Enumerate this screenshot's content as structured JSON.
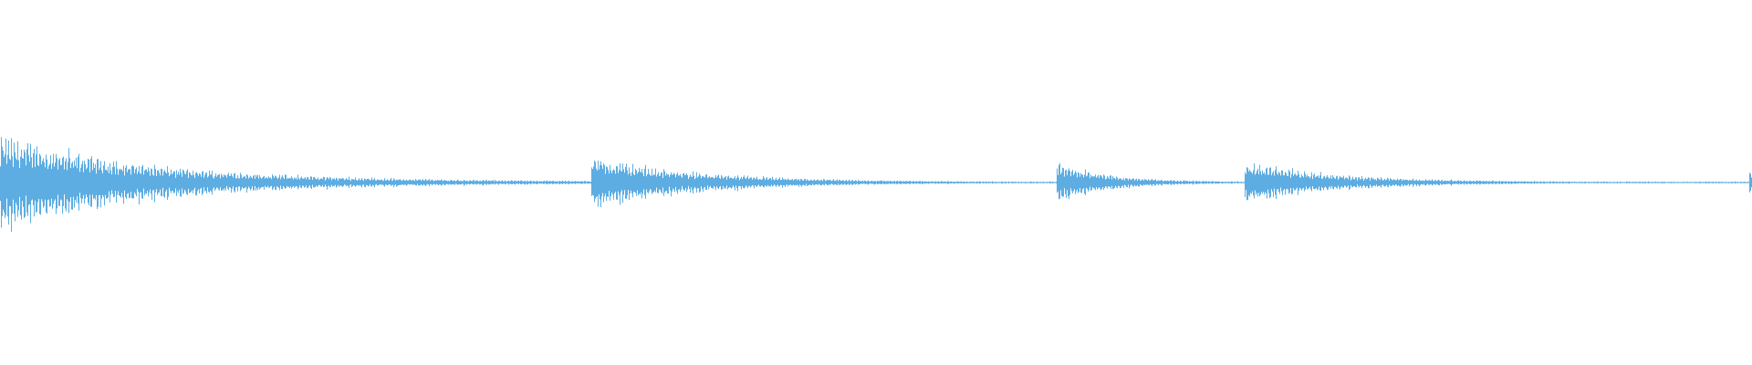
{
  "chart_data": {
    "type": "waveform",
    "color": "#5dade2",
    "background": "#ffffff",
    "amplitude_range": [
      -1,
      1
    ],
    "time_range_percent": [
      0,
      100
    ],
    "grid": false,
    "onsets": [
      {
        "time_percent": 0.0,
        "peak_amplitude": 0.19,
        "decay_percent": 22
      },
      {
        "time_percent": 33.7,
        "peak_amplitude": 0.105,
        "decay_percent": 16
      },
      {
        "time_percent": 60.3,
        "peak_amplitude": 0.08,
        "decay_percent": 8
      },
      {
        "time_percent": 71.0,
        "peak_amplitude": 0.085,
        "decay_percent": 14
      },
      {
        "time_percent": 99.8,
        "peak_amplitude": 0.06,
        "decay_percent": 1
      }
    ],
    "noise_floor_amplitude": 0.004
  }
}
